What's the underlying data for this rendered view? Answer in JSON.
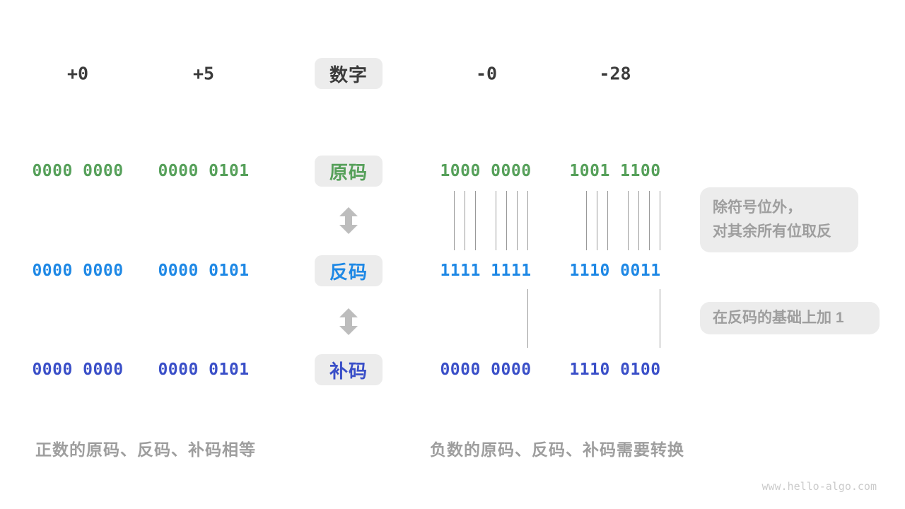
{
  "colors": {
    "dark": "#3B3B3B",
    "green": "#56A05A",
    "blue": "#1E88E5",
    "indigo": "#3A4FC8",
    "gray": "#9E9E9E",
    "badge_bg": "#ECECEC",
    "arrow": "#BDBDBD",
    "line": "#999999",
    "watermark": "#CBCBCB"
  },
  "header": {
    "badge": "数字",
    "columns": [
      "+0",
      "+5",
      "-0",
      "-28"
    ]
  },
  "rows": {
    "sign_magnitude": {
      "badge": "原码",
      "values": [
        "0000 0000",
        "0000 0101",
        "1000 0000",
        "1001 1100"
      ]
    },
    "ones_complement": {
      "badge": "反码",
      "values": [
        "0000 0000",
        "0000 0101",
        "1111 1111",
        "1110 0011"
      ]
    },
    "twos_complement": {
      "badge": "补码",
      "values": [
        "0000 0000",
        "0000 0101",
        "0000 0000",
        "1110 0100"
      ]
    }
  },
  "annotations": {
    "invert_line1": "除符号位外，",
    "invert_line2": "对其余所有位取反",
    "add_one": "在反码的基础上加  1"
  },
  "captions": {
    "positive": "正数的原码、反码、补码相等",
    "negative": "负数的原码、反码、补码需要转换"
  },
  "watermark": "www.hello-algo.com"
}
